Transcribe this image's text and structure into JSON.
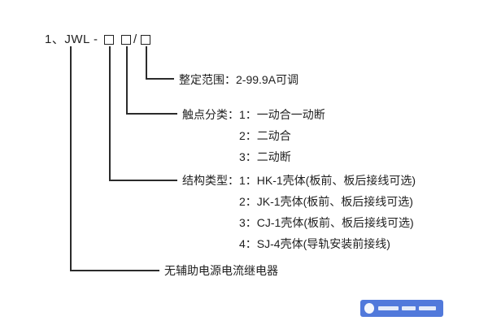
{
  "diagram": {
    "model_label": "1、JWL -",
    "slash": "/",
    "branches": {
      "setting_range": "整定范围：2-99.9A可调",
      "contact_class": "触点分类：1：一动合一动断",
      "contact_class_2": "2：二动合",
      "contact_class_3": "3：二动断",
      "structure_type": "结构类型：1：HK-1壳体(板前、板后接线可选)",
      "structure_type_2": "2：JK-1壳体(板前、板后接线可选)",
      "structure_type_3": "3：CJ-1壳体(板前、板后接线可选)",
      "structure_type_4": "4：SJ-4壳体(导轨安装前接线)",
      "product_name": "无辅助电源电流继电器"
    }
  }
}
